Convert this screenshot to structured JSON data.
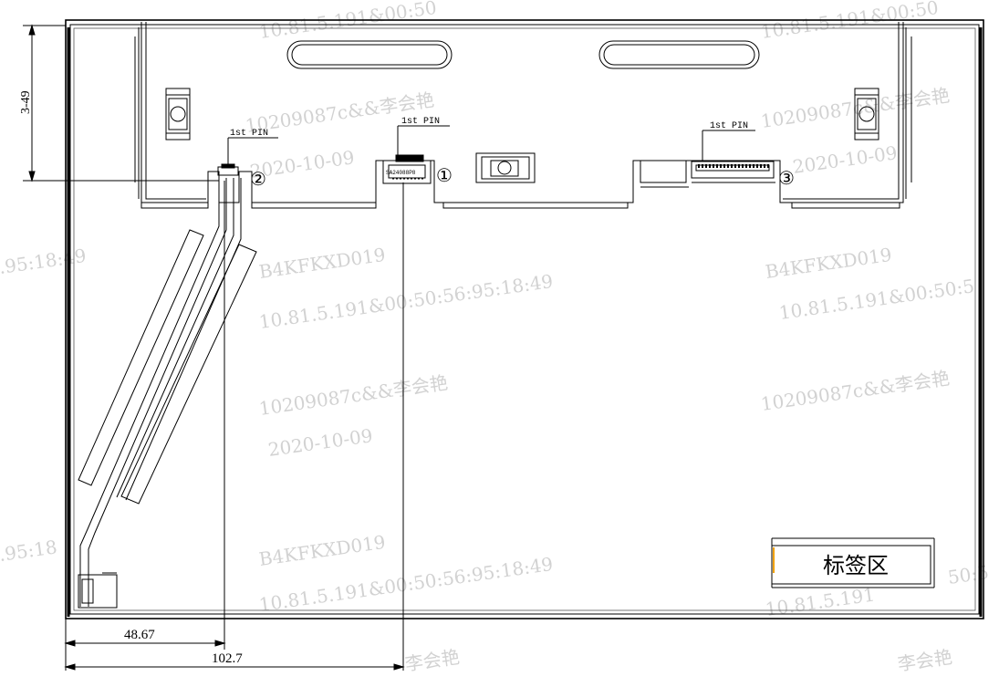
{
  "drawing": {
    "dim_vertical": "3-49",
    "dim_bottom_short": "48.67",
    "dim_bottom_long": "102.7",
    "pin_label": "1st PIN",
    "connectors": [
      {
        "number": "①",
        "part_text": "SA24088P8"
      },
      {
        "number": "②"
      },
      {
        "number": "③"
      }
    ],
    "label_area": "标签区"
  },
  "watermarks": [
    "10.81.5.191&00:50",
    "10.81.5.191&00:50",
    "10209087c&&李会艳",
    "10209087c&&李会艳",
    "2020-10-09",
    "2020-10-09",
    ".95:18:49",
    "B4KFKXD019",
    "B4KFKXD019",
    "10.81.5.191&00:50:56:95:18:49",
    "10.81.5.191&00:50:5",
    "10209087c&&李会艳",
    "2020-10-09",
    "10209087c&&李会艳",
    ".95:18",
    "B4KFKXD019",
    "10.81.5.191&00:50:56:95:18:49",
    "10.81.5.191",
    "50:5",
    "李会艳",
    "李会艳"
  ]
}
